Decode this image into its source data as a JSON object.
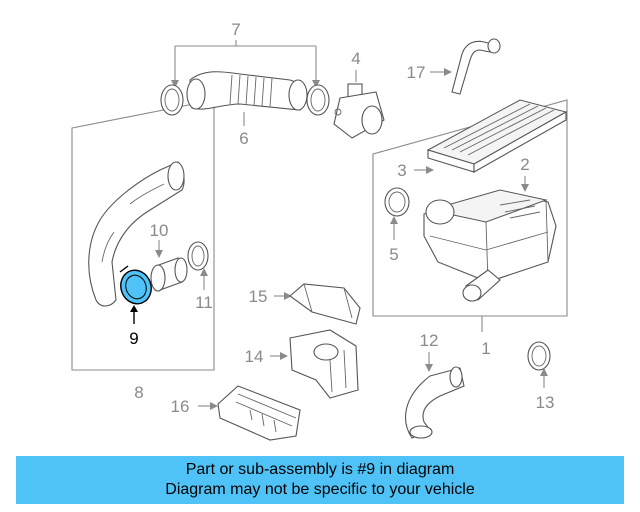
{
  "colors": {
    "highlight": "#4fc3f7",
    "banner": "#4fc3f7",
    "callout": "#8a8a8a",
    "callout_selected": "#000000"
  },
  "callouts": {
    "c1": "1",
    "c2": "2",
    "c3": "3",
    "c4": "4",
    "c5": "5",
    "c6": "6",
    "c7": "7",
    "c8": "8",
    "c9": "9",
    "c10": "10",
    "c11": "11",
    "c12": "12",
    "c13": "13",
    "c14": "14",
    "c15": "15",
    "c16": "16",
    "c17": "17"
  },
  "selected_part": "9",
  "banner": {
    "line1": "Part or sub-assembly is #9 in diagram",
    "line2": "Diagram may not be specific to your vehicle"
  }
}
